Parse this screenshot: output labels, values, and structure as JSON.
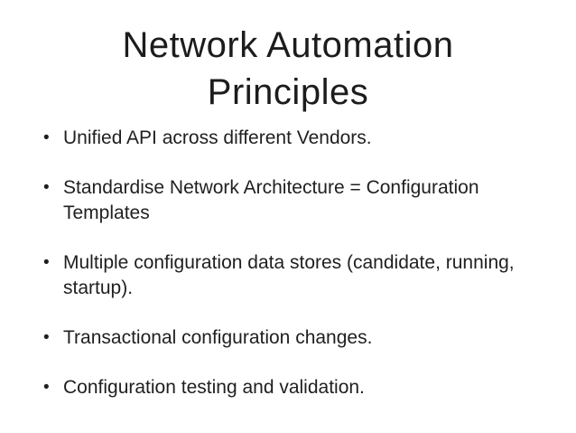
{
  "slide": {
    "title_lines": [
      "Network Automation",
      "Principles"
    ],
    "bullet_char": "•",
    "bullets": [
      "Unified API across different Vendors.",
      "Standardise Network Architecture = Configuration Templates",
      "Multiple configuration data stores (candidate, running, startup).",
      "Transactional configuration changes.",
      "Configuration testing and validation."
    ],
    "colors": {
      "background": "#ffffff",
      "text": "#1c1c1c"
    }
  }
}
